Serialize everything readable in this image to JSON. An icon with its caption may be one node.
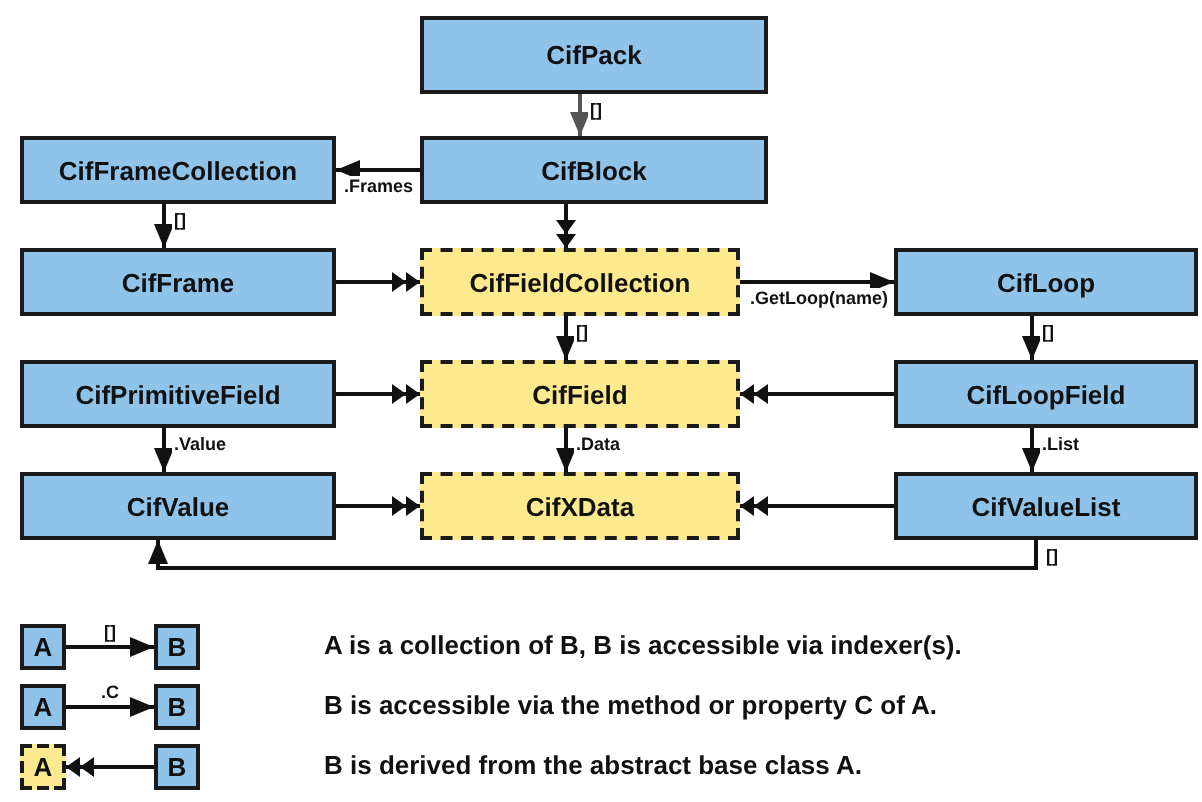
{
  "diagram": {
    "nodes": [
      {
        "text": [
          "CifPack"
        ]
      },
      {
        "text": [
          "CifFrameCollection"
        ]
      },
      {
        "text": [
          "CifBlock"
        ]
      },
      {
        "text": [
          "CifFrame"
        ]
      },
      {
        "text": [
          "CifFieldCollection"
        ]
      },
      {
        "text": [
          "CifLoop"
        ]
      },
      {
        "text": [
          "CifPrimitiveField"
        ]
      },
      {
        "text": [
          "CifField"
        ]
      },
      {
        "text": [
          "CifLoopField"
        ]
      },
      {
        "text": [
          "CifValue"
        ]
      },
      {
        "text": [
          "CifXData"
        ]
      },
      {
        "text": [
          "CifValueList"
        ]
      },
      {
        "text": [
          "A"
        ]
      },
      {
        "text": [
          "B"
        ]
      },
      {
        "text": [
          "A"
        ]
      },
      {
        "text": [
          "B"
        ]
      },
      {
        "text": [
          "A"
        ]
      },
      {
        "text": [
          "B"
        ]
      }
    ],
    "edges": [
      {
        "from": 0,
        "to": 2,
        "arrow": "to",
        "label": "[]",
        "color": "#555555"
      },
      {
        "from": 2,
        "to": 1,
        "arrow": "to",
        "label": ".Frames"
      },
      {
        "from": 1,
        "to": 3,
        "arrow": "to",
        "label": "[]"
      },
      {
        "from": 2,
        "to": 4,
        "arrow": "to"
      },
      {
        "from": 3,
        "to": 4,
        "arrow": "to"
      },
      {
        "from": 4,
        "to": 5,
        "arrow": "to",
        "label": ".GetLoop(name)"
      },
      {
        "from": 4,
        "to": 7,
        "arrow": "to",
        "label": "[]"
      },
      {
        "from": 5,
        "to": 8,
        "arrow": "to",
        "label": "[]"
      },
      {
        "from": 6,
        "to": 7,
        "arrow": "to"
      },
      {
        "from": 8,
        "to": 7,
        "arrow": "to"
      },
      {
        "from": 6,
        "to": 9,
        "arrow": "to",
        "label": ".Value"
      },
      {
        "from": 7,
        "to": 10,
        "arrow": "to",
        "label": ".Data"
      },
      {
        "from": 8,
        "to": 11,
        "arrow": "to",
        "label": ".List"
      },
      {
        "from": 9,
        "to": 10,
        "arrow": "to"
      },
      {
        "from": 11,
        "to": 10,
        "arrow": "to"
      },
      {
        "from": 11,
        "to": 9,
        "arrow": "to",
        "label": "[]"
      },
      {
        "from": 12,
        "to": 13,
        "arrow": "to",
        "label": "[]"
      },
      {
        "from": 14,
        "to": 15,
        "arrow": "to",
        "label": ".C"
      },
      {
        "from": 17,
        "to": 16,
        "arrow": "to"
      }
    ],
    "labels": [
      "A is a collection of B, B is accessible via indexer(s).",
      "B is accessible via the method or property C of A.",
      "B is derived from the abstract base class A."
    ]
  }
}
